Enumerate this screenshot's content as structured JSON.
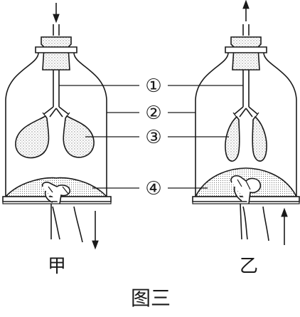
{
  "figure": {
    "caption": "图三",
    "colors": {
      "ink": "#1a1a1a",
      "fill": "#ffffff",
      "stipple": "#9a9a9a"
    }
  },
  "panels": [
    {
      "id": "jia",
      "caption": "甲",
      "tube_arrow": "down",
      "hand_arrow": "down",
      "lungs": "inflated"
    },
    {
      "id": "yi",
      "caption": "乙",
      "tube_arrow": "up",
      "hand_arrow": "up",
      "lungs": "deflated"
    }
  ],
  "labels": [
    {
      "number": "①",
      "part": "tube"
    },
    {
      "number": "②",
      "part": "bell-jar"
    },
    {
      "number": "③",
      "part": "balloon"
    },
    {
      "number": "④",
      "part": "membrane"
    }
  ]
}
